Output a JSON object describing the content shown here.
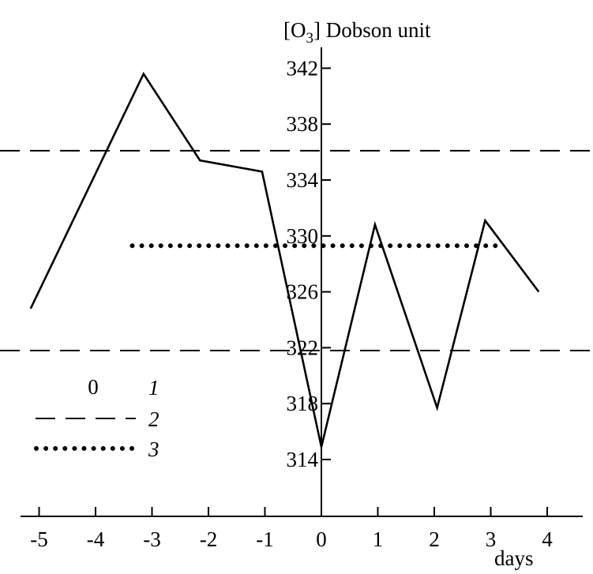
{
  "chart_data": {
    "type": "line",
    "ylabel_prefix": "[O",
    "ylabel_subscript": "3",
    "ylabel_suffix": "] Dobson unit",
    "xlabel": "days",
    "xlim": [
      -5.5,
      4.5
    ],
    "ylim": [
      310,
      344
    ],
    "x_ticks": [
      "-5",
      "-4",
      "-3",
      "-2",
      "-1",
      "0",
      "1",
      "2",
      "3",
      "4"
    ],
    "y_ticks": [
      "314",
      "318",
      "322",
      "326",
      "330",
      "334",
      "338",
      "342"
    ],
    "series": [
      {
        "key": "1",
        "style": "solid",
        "x": [
          -5.15,
          -3.15,
          -2.15,
          -1.05,
          0,
          0.95,
          2.05,
          2.9,
          3.85
        ],
        "y": [
          324.8,
          341.6,
          335.4,
          334.6,
          314.9,
          330.8,
          317.7,
          331.1,
          326.0
        ]
      },
      {
        "key": "2",
        "style": "dashed",
        "hlines": [
          336.1,
          321.8
        ]
      },
      {
        "key": "3",
        "style": "dotted",
        "x": [
          -3.35,
          3.25
        ],
        "y": [
          329.3,
          329.3
        ]
      }
    ],
    "legend": [
      {
        "symbol": "0",
        "label": "1"
      },
      {
        "symbol": "dash",
        "label": "2"
      },
      {
        "symbol": "dot",
        "label": "3"
      }
    ]
  }
}
